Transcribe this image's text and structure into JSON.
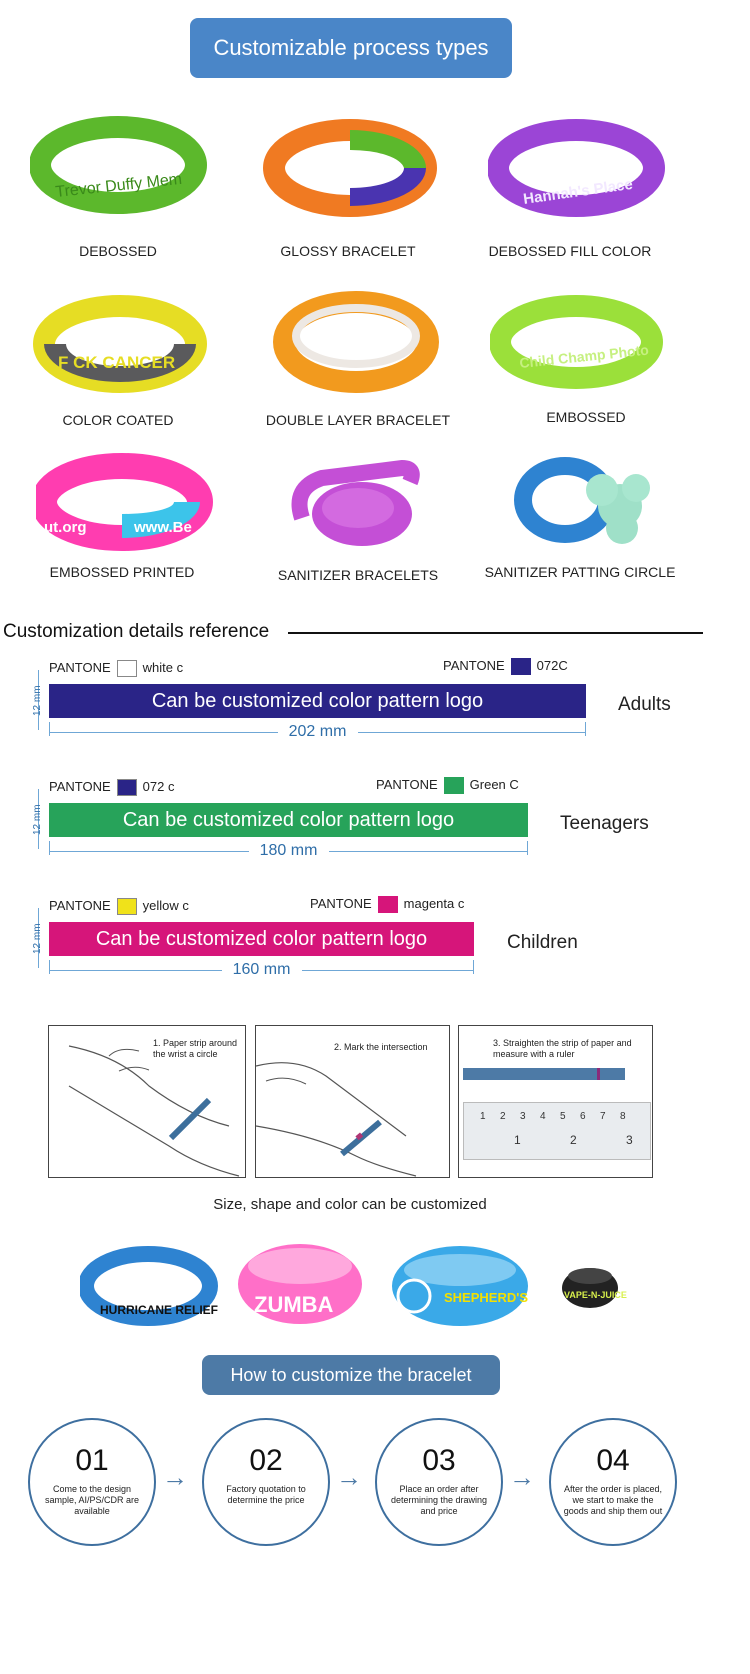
{
  "header": {
    "title": "Customizable process types"
  },
  "process_types": [
    "DEBOSSED",
    "GLOSSY BRACELET",
    "DEBOSSED FILL COLOR",
    "COLOR COATED",
    "DOUBLE LAYER BRACELET",
    "EMBOSSED",
    "EMBOSSED PRINTED",
    "SANITIZER BRACELETS",
    "SANITIZER PATTING CIRCLE"
  ],
  "bracelet_texts": {
    "debossed": "Trevor Duffy Mem",
    "debossed_fill": "Hannah's Place",
    "color_coated": "F CK CANCER",
    "embossed": "Child Champ Photo",
    "embossed_printed_1": "ut.org",
    "embossed_printed_2": "www.Be"
  },
  "details": {
    "title": "Customization details reference",
    "rows": [
      {
        "left_pantone": "PANTONE",
        "left_name": "white c",
        "left_color": "#ffffff",
        "right_pantone": "PANTONE",
        "right_name": "072C",
        "right_color": "#2a2487",
        "bar_text": "Can be customized color pattern logo",
        "bar_color": "#2a2487",
        "length": "202 mm",
        "width": "12 mm",
        "group": "Adults"
      },
      {
        "left_pantone": "PANTONE",
        "left_name": "072 c",
        "left_color": "#2a2487",
        "right_pantone": "PANTONE",
        "right_name": "Green C",
        "right_color": "#27a35a",
        "bar_text": "Can be customized color pattern logo",
        "bar_color": "#27a35a",
        "length": "180 mm",
        "width": "12 mm",
        "group": "Teenagers"
      },
      {
        "left_pantone": "PANTONE",
        "left_name": "yellow c",
        "left_color": "#f0e21a",
        "right_pantone": "PANTONE",
        "right_name": "magenta c",
        "right_color": "#d6157a",
        "bar_text": "Can be customized color pattern logo",
        "bar_color": "#d6157a",
        "length": "160 mm",
        "width": "12 mm",
        "group": "Children"
      }
    ]
  },
  "measure_steps": [
    "1. Paper strip around the wrist a circle",
    "2. Mark the intersection",
    "3. Straighten the strip of paper and measure with a ruler"
  ],
  "ruler_numbers": [
    "1",
    "2",
    "3",
    "4",
    "5",
    "6",
    "7",
    "8"
  ],
  "ruler_inches": [
    "1",
    "2",
    "3"
  ],
  "custom_note": "Size, shape and color can be customized",
  "sample_texts": [
    "HURRICANE RELIEF",
    "ZUMBA",
    "SHEPHERD'S",
    "VAPE-N-JUICE"
  ],
  "how_to": {
    "title": "How to customize the bracelet",
    "steps": [
      {
        "num": "01",
        "text": "Come to the design sample, AI/PS/CDR are available"
      },
      {
        "num": "02",
        "text": "Factory quotation to determine the price"
      },
      {
        "num": "03",
        "text": "Place an order after determining the drawing and price"
      },
      {
        "num": "04",
        "text": "After the order is placed, we start to make the goods and ship them out"
      }
    ]
  },
  "colors": {
    "banner": "#4a86c8",
    "banner2": "#4d7aa6",
    "dimension": "#2f6ea8"
  }
}
